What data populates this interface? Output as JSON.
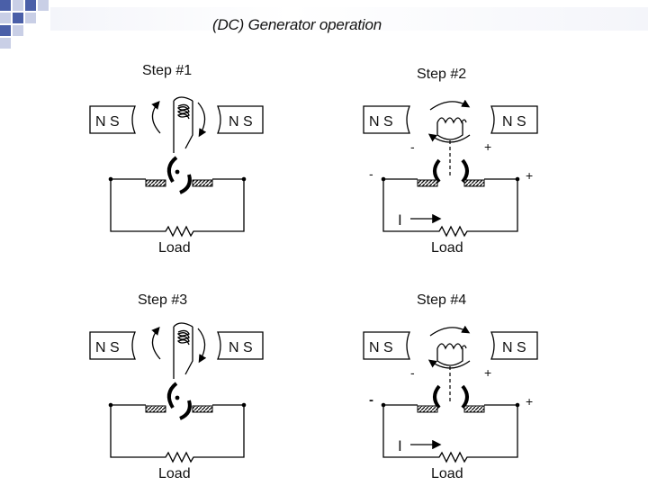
{
  "title": "(DC) Generator operation",
  "accent_colors": {
    "square_dark": "#4a5fa8",
    "square_light": "#c9cfe6",
    "band": "#eef0f6"
  },
  "steps": [
    {
      "label": "Step #1",
      "magnet_left": "N S",
      "magnet_right": "N S",
      "load_label": "Load"
    },
    {
      "label": "Step #2",
      "magnet_left": "N S",
      "magnet_right": "N S",
      "load_label": "Load",
      "inner_minus": "-",
      "inner_plus": "+",
      "outer_minus": "-",
      "outer_plus": "+",
      "current_label": "I"
    },
    {
      "label": "Step #3",
      "magnet_left": "N S",
      "magnet_right": "N S",
      "load_label": "Load"
    },
    {
      "label": "Step #4",
      "magnet_left": "N S",
      "magnet_right": "N S",
      "load_label": "Load",
      "inner_minus": "-",
      "inner_plus": "+",
      "outer_minus": "-",
      "outer_plus": "+",
      "current_label": "I"
    }
  ]
}
